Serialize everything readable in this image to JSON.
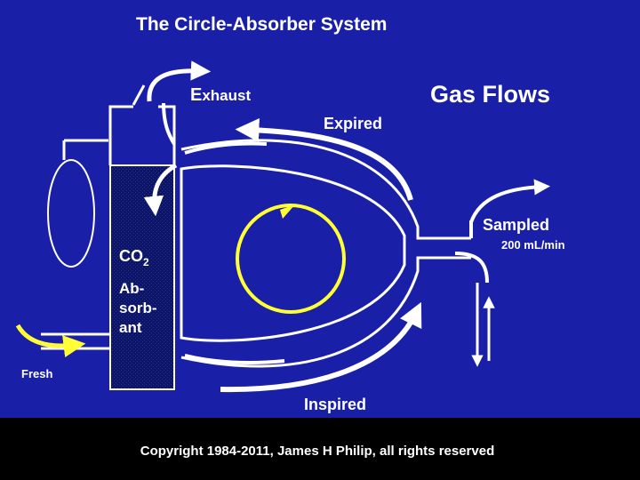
{
  "slide": {
    "title": "The Circle-Absorber System",
    "heading": "Gas Flows",
    "labels": {
      "exhaust_first": "E",
      "exhaust_rest": "xhaust",
      "expired": "Expired",
      "sampled": "Sampled",
      "sample_rate": "200 mL/min",
      "co2_main": "CO",
      "co2_sub": "2",
      "absorbant_line1": "Ab-",
      "absorbant_line2": "sorb-",
      "absorbant_line3": "ant",
      "fresh": "Fresh",
      "inspired": "Inspired"
    },
    "footer": "Copyright 1984-2011, James H Philip, all rights reserved",
    "colors": {
      "background": "#1a1fa8",
      "footer_bg": "#000000",
      "line": "#ffffff",
      "loop": "#ffff33",
      "accent_text": "#ffff66",
      "absorber_fill": "#0c1466"
    }
  }
}
